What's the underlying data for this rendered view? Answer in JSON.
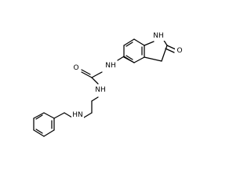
{
  "molecule": {
    "atom_labels": {
      "ring_nh": "NH",
      "ring_oxygen": "O",
      "amide_nh_right": "NH",
      "urea_oxygen": "O",
      "amide_nh_left": "NH",
      "amine_nh": "HN"
    },
    "colors": {
      "bond": "#000000",
      "atom_text": "#000000",
      "background": "#ffffff"
    }
  }
}
